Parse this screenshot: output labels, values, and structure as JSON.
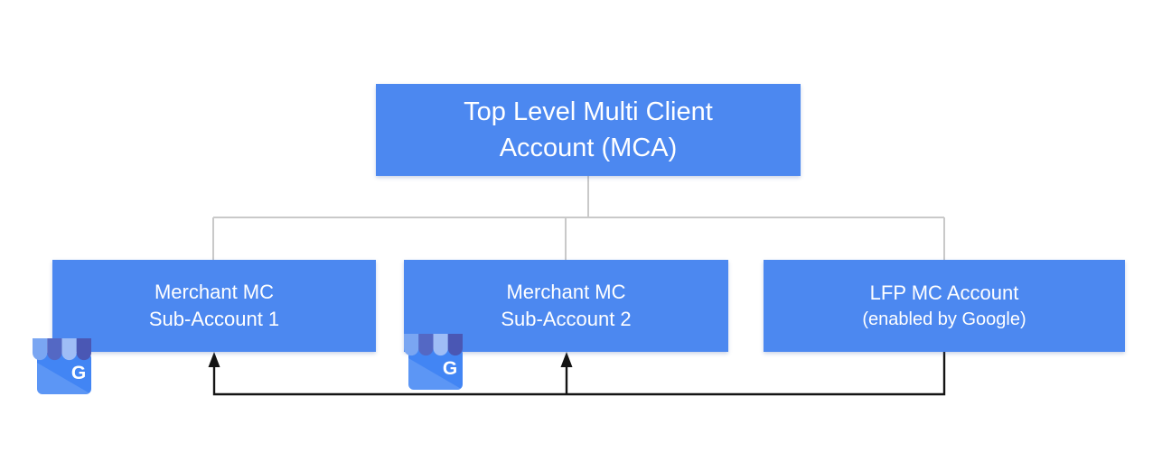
{
  "diagram": {
    "root": {
      "line1": "Top Level Multi Client",
      "line2": "Account (MCA)"
    },
    "children": [
      {
        "id": "merchant-sub-account-1",
        "line1": "Merchant MC",
        "line2": "Sub-Account 1"
      },
      {
        "id": "merchant-sub-account-2",
        "line1": "Merchant MC",
        "line2": "Sub-Account 2"
      },
      {
        "id": "lfp-mc-account",
        "line1": "LFP MC Account",
        "line2": "(enabled by Google)"
      }
    ],
    "icon": {
      "name": "google-my-business-storefront-icon",
      "letter": "G"
    },
    "colors": {
      "box_blue": "#4c88f0",
      "connector_gray": "#c9c9c9",
      "arrow_black": "#141414",
      "icon_body_blue": "#4285f4",
      "icon_awning_light": "#7aa6f2",
      "icon_awning_dark": "#5468c4",
      "icon_awning_pale": "#9fbdf6",
      "icon_awning_navy": "#4a57b4",
      "text_white": "#ffffff"
    }
  }
}
